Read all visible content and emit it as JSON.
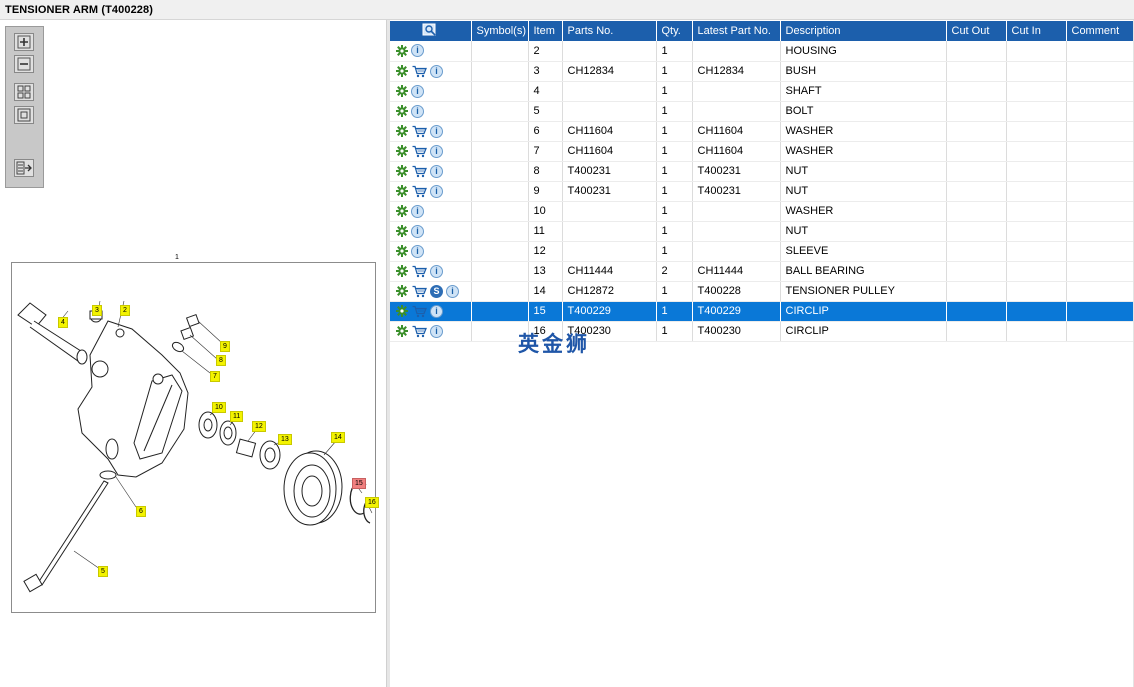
{
  "window": {
    "title": "TENSIONER ARM (T400228)"
  },
  "toolbar": {
    "buttons": [
      "zoom-in",
      "zoom-out",
      "fit-all",
      "fit-window",
      "export"
    ]
  },
  "diagram": {
    "top_label": "1",
    "callouts": [
      "4",
      "3",
      "2",
      "9",
      "8",
      "7",
      "10",
      "11",
      "12",
      "13",
      "14",
      "15",
      "16",
      "6",
      "5"
    ]
  },
  "table": {
    "columns": [
      "",
      "Symbol(s)",
      "Item",
      "Parts No.",
      "Qty.",
      "Latest Part No.",
      "Description",
      "Cut Out",
      "Cut In",
      "Comment"
    ],
    "rows": [
      {
        "item": "2",
        "part": "",
        "qty": "1",
        "latest": "",
        "desc": "HOUSING",
        "cart": false,
        "s": false,
        "selected": false
      },
      {
        "item": "3",
        "part": "CH12834",
        "qty": "1",
        "latest": "CH12834",
        "desc": "BUSH",
        "cart": true,
        "s": false,
        "selected": false
      },
      {
        "item": "4",
        "part": "",
        "qty": "1",
        "latest": "",
        "desc": "SHAFT",
        "cart": false,
        "s": false,
        "selected": false
      },
      {
        "item": "5",
        "part": "",
        "qty": "1",
        "latest": "",
        "desc": "BOLT",
        "cart": false,
        "s": false,
        "selected": false
      },
      {
        "item": "6",
        "part": "CH11604",
        "qty": "1",
        "latest": "CH11604",
        "desc": "WASHER",
        "cart": true,
        "s": false,
        "selected": false
      },
      {
        "item": "7",
        "part": "CH11604",
        "qty": "1",
        "latest": "CH11604",
        "desc": "WASHER",
        "cart": true,
        "s": false,
        "selected": false
      },
      {
        "item": "8",
        "part": "T400231",
        "qty": "1",
        "latest": "T400231",
        "desc": "NUT",
        "cart": true,
        "s": false,
        "selected": false
      },
      {
        "item": "9",
        "part": "T400231",
        "qty": "1",
        "latest": "T400231",
        "desc": "NUT",
        "cart": true,
        "s": false,
        "selected": false
      },
      {
        "item": "10",
        "part": "",
        "qty": "1",
        "latest": "",
        "desc": "WASHER",
        "cart": false,
        "s": false,
        "selected": false
      },
      {
        "item": "11",
        "part": "",
        "qty": "1",
        "latest": "",
        "desc": "NUT",
        "cart": false,
        "s": false,
        "selected": false
      },
      {
        "item": "12",
        "part": "",
        "qty": "1",
        "latest": "",
        "desc": "SLEEVE",
        "cart": false,
        "s": false,
        "selected": false
      },
      {
        "item": "13",
        "part": "CH11444",
        "qty": "2",
        "latest": "CH11444",
        "desc": "BALL BEARING",
        "cart": true,
        "s": false,
        "selected": false
      },
      {
        "item": "14",
        "part": "CH12872",
        "qty": "1",
        "latest": "T400228",
        "desc": "TENSIONER PULLEY",
        "cart": true,
        "s": true,
        "selected": false
      },
      {
        "item": "15",
        "part": "T400229",
        "qty": "1",
        "latest": "T400229",
        "desc": "CIRCLIP",
        "cart": true,
        "s": false,
        "selected": true
      },
      {
        "item": "16",
        "part": "T400230",
        "qty": "1",
        "latest": "T400230",
        "desc": "CIRCLIP",
        "cart": true,
        "s": false,
        "selected": false
      }
    ]
  },
  "watermark": {
    "text": "英金狮"
  },
  "colors": {
    "header_blue": "#1c5fac",
    "selected_blue": "#0a78d7",
    "gear_green": "#3a8f2a",
    "callout_yellow": "#f3f300",
    "callout_red": "#f08080"
  }
}
